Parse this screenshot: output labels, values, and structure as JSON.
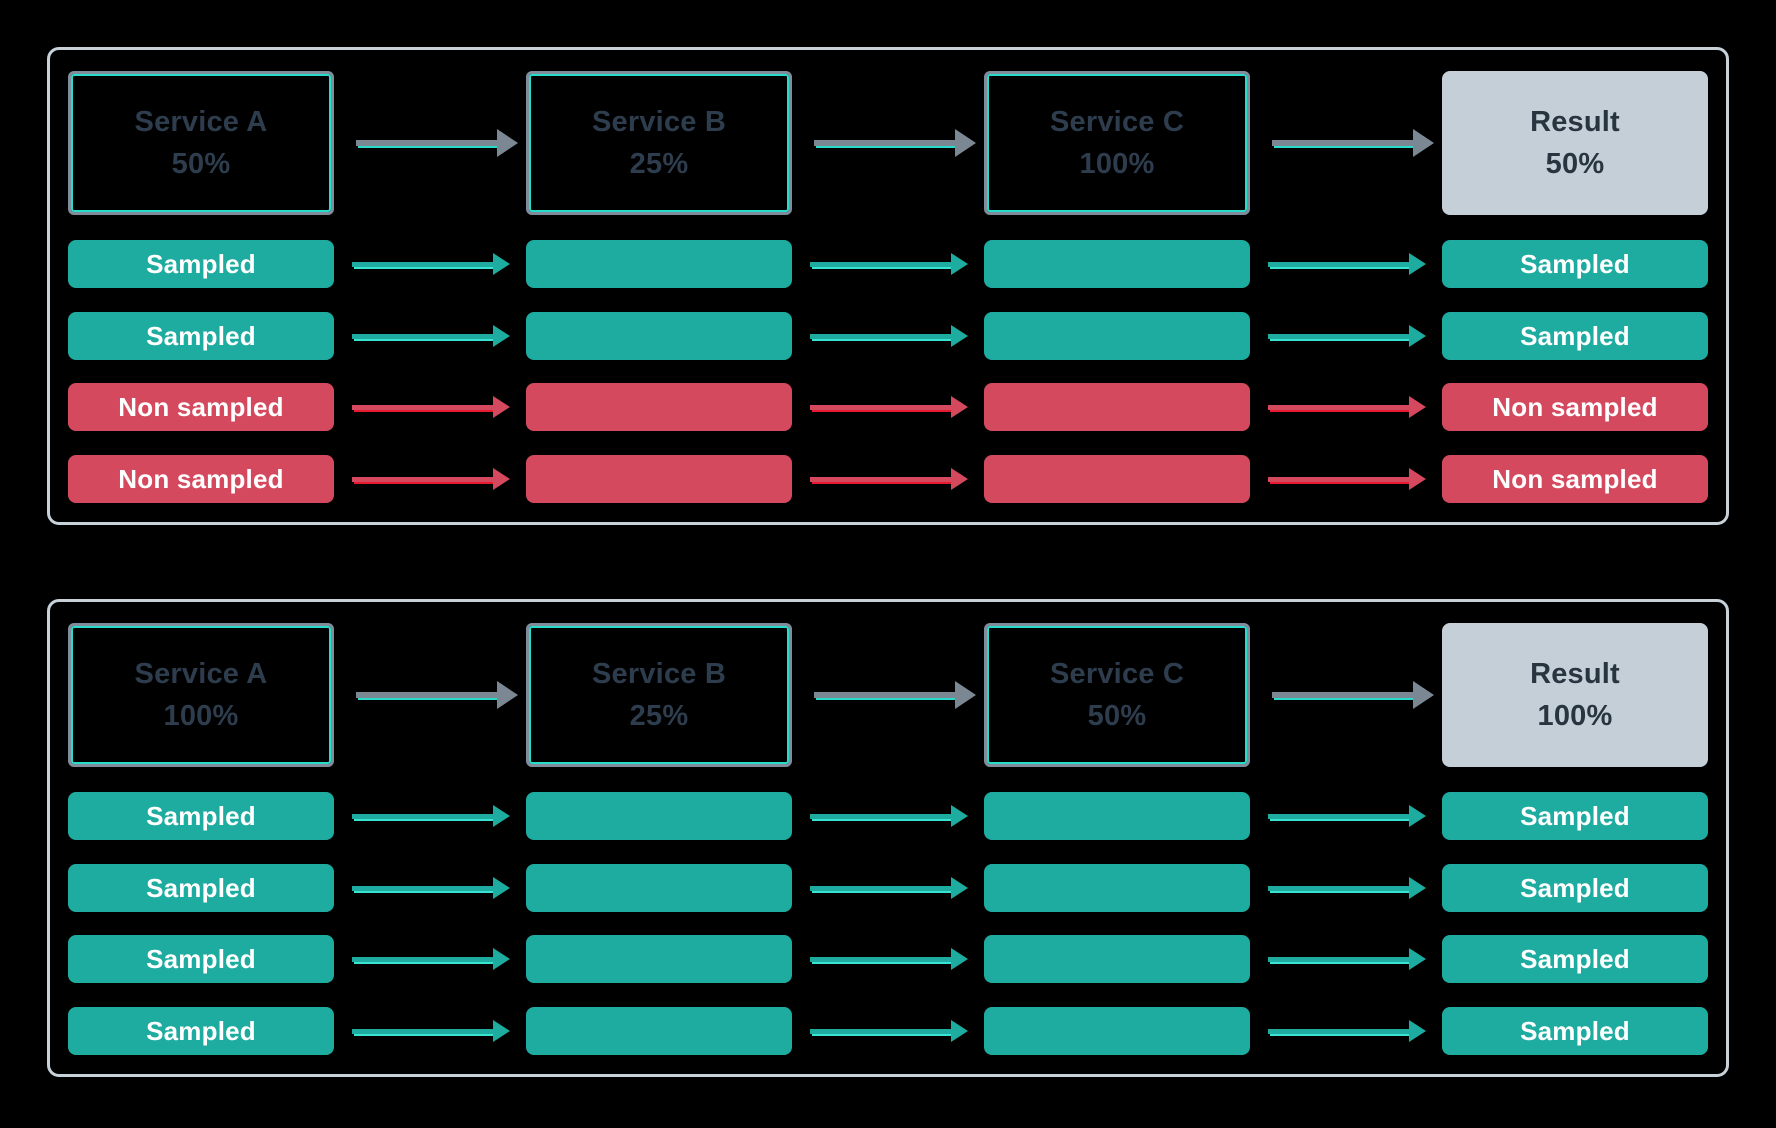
{
  "colors": {
    "background": "#000000",
    "sampled": "#1DAC9F",
    "sampled_accent": "#38E3D1",
    "non_sampled": "#D4495E",
    "non_sampled_accent": "#E51A2E",
    "flow_arrow": "#7B8894",
    "flow_arrow_accent": "#27DCCB",
    "panel_border": "#C7D1DA",
    "node_border": "#7F8C99",
    "node_inner_outline": "#27DCCB",
    "node_text": "#2E3D4E",
    "result_fill": "#C5CFD8",
    "bar_text": "#FFFFFF"
  },
  "panels": [
    {
      "nodes": [
        {
          "kind": "service",
          "title": "Service A",
          "rate": "50%"
        },
        {
          "kind": "service",
          "title": "Service B",
          "rate": "25%"
        },
        {
          "kind": "service",
          "title": "Service C",
          "rate": "100%"
        },
        {
          "kind": "result",
          "title": "Result",
          "rate": "50%"
        }
      ],
      "rows": [
        {
          "status": "sampled",
          "left_label": "Sampled",
          "right_label": "Sampled"
        },
        {
          "status": "sampled",
          "left_label": "Sampled",
          "right_label": "Sampled"
        },
        {
          "status": "non_sampled",
          "left_label": "Non sampled",
          "right_label": "Non sampled"
        },
        {
          "status": "non_sampled",
          "left_label": "Non sampled",
          "right_label": "Non sampled"
        }
      ]
    },
    {
      "nodes": [
        {
          "kind": "service",
          "title": "Service A",
          "rate": "100%"
        },
        {
          "kind": "service",
          "title": "Service B",
          "rate": "25%"
        },
        {
          "kind": "service",
          "title": "Service C",
          "rate": "50%"
        },
        {
          "kind": "result",
          "title": "Result",
          "rate": "100%"
        }
      ],
      "rows": [
        {
          "status": "sampled",
          "left_label": "Sampled",
          "right_label": "Sampled"
        },
        {
          "status": "sampled",
          "left_label": "Sampled",
          "right_label": "Sampled"
        },
        {
          "status": "sampled",
          "left_label": "Sampled",
          "right_label": "Sampled"
        },
        {
          "status": "sampled",
          "left_label": "Sampled",
          "right_label": "Sampled"
        }
      ]
    }
  ]
}
